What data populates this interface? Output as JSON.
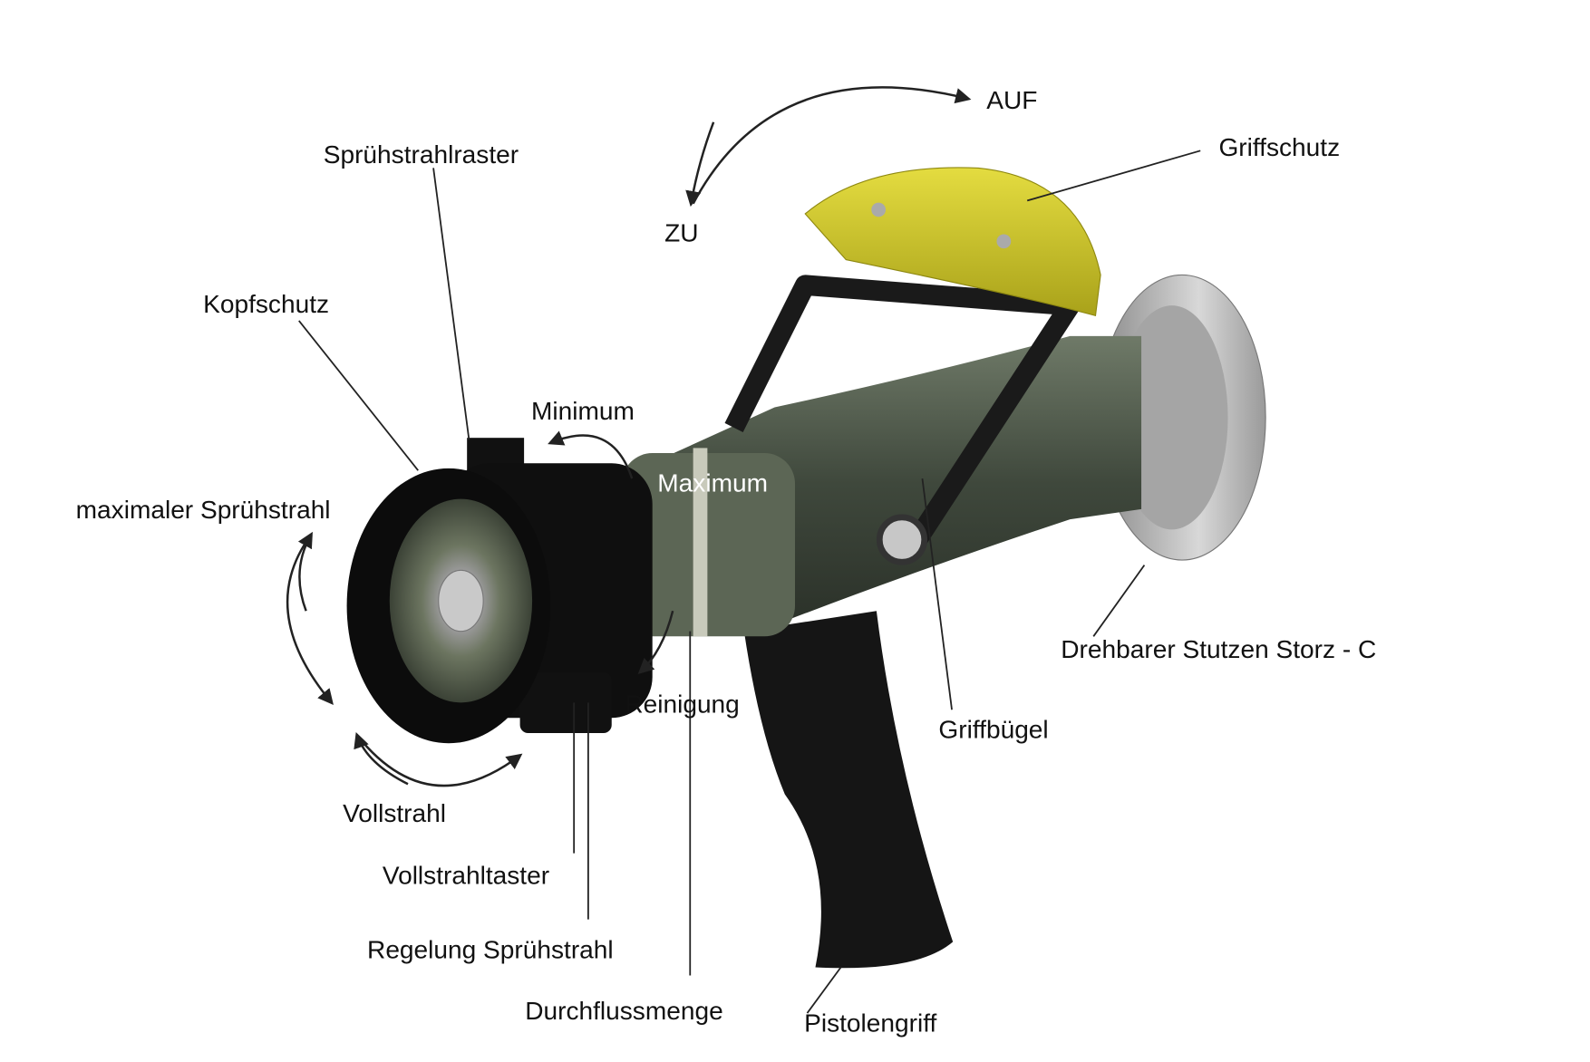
{
  "labels": {
    "auf": "AUF",
    "zu": "ZU",
    "griffschutz": "Griffschutz",
    "spruehstrahlraster": "Sprühstrahlraster",
    "kopfschutz": "Kopfschutz",
    "minimum": "Minimum",
    "maximum": "Maximum",
    "maximaler_spruehstrahl": "maximaler Sprühstrahl",
    "drehbarer_stutzen": "Drehbarer Stutzen Storz - C",
    "reinigung": "Reinigung",
    "griffbuegel": "Griffbügel",
    "vollstrahl": "Vollstrahl",
    "vollstrahltaster": "Vollstrahltaster",
    "regelung_spruehstrahl": "Regelung Sprühstrahl",
    "durchflussmenge": "Durchflussmenge",
    "pistolengriff": "Pistolengriff"
  },
  "colors": {
    "guard": "#c9c21e",
    "body": "#4a5446",
    "black": "#141414",
    "coupling": "#b9b9b9"
  }
}
